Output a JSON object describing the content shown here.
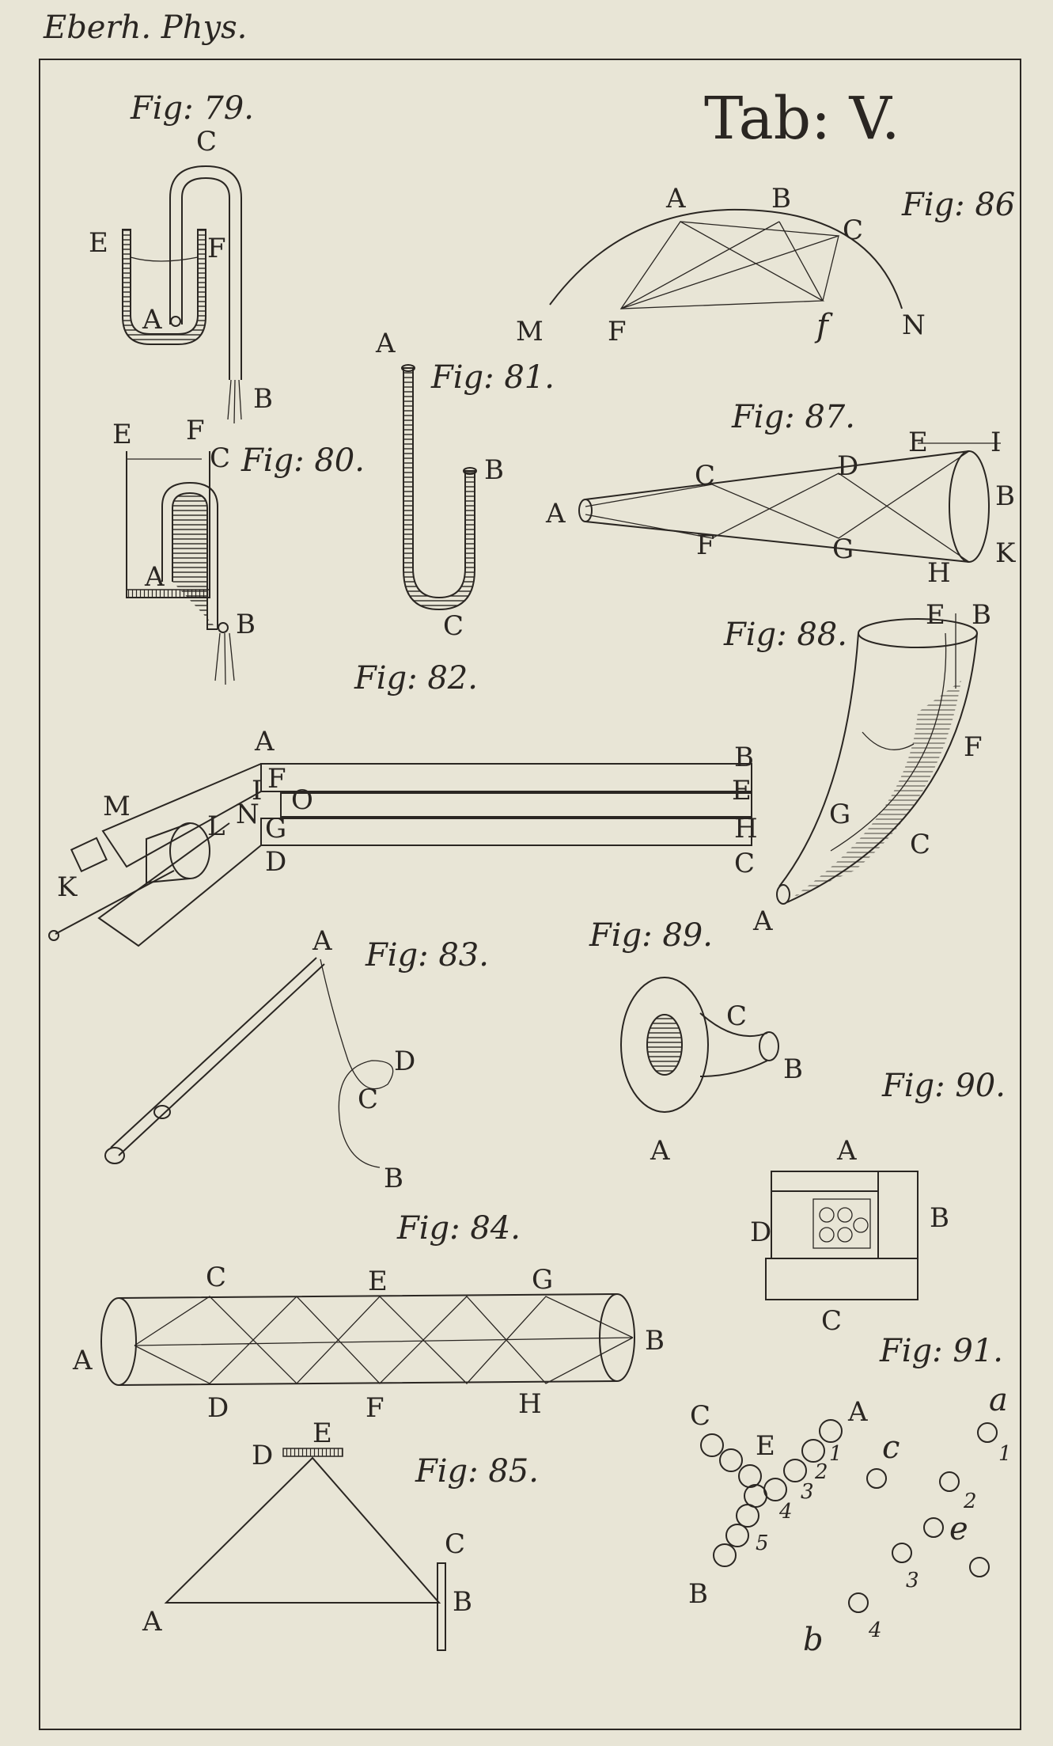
{
  "header": {
    "running_head": "Eberh. Phys.",
    "plate_title": "Tab: V."
  },
  "figures": {
    "f79": {
      "caption": "Fig: 79.",
      "labels": [
        "C",
        "E",
        "F",
        "A",
        "B"
      ]
    },
    "f80": {
      "caption": "Fig: 80.",
      "labels": [
        "E",
        "F",
        "C",
        "A",
        "B"
      ]
    },
    "f81": {
      "caption": "Fig: 81.",
      "labels": [
        "A",
        "B",
        "C"
      ]
    },
    "f82": {
      "caption": "Fig: 82.",
      "labels": [
        "A",
        "F",
        "I",
        "N",
        "G",
        "O",
        "L",
        "M",
        "D",
        "K",
        "B",
        "E",
        "H",
        "C"
      ]
    },
    "f83": {
      "caption": "Fig: 83.",
      "labels": [
        "A",
        "D",
        "C",
        "B"
      ]
    },
    "f84": {
      "caption": "Fig: 84.",
      "labels": [
        "C",
        "E",
        "G",
        "A",
        "B",
        "D",
        "F",
        "H"
      ]
    },
    "f85": {
      "caption": "Fig: 85.",
      "labels": [
        "D",
        "E",
        "C",
        "B",
        "A"
      ]
    },
    "f86": {
      "caption": "Fig: 86",
      "labels": [
        "A",
        "B",
        "C",
        "M",
        "F",
        "f",
        "N"
      ]
    },
    "f87": {
      "caption": "Fig: 87.",
      "labels": [
        "E",
        "I",
        "C",
        "D",
        "B",
        "A",
        "F",
        "G",
        "K",
        "H"
      ]
    },
    "f88": {
      "caption": "Fig: 88.",
      "labels": [
        "E",
        "B",
        "F",
        "G",
        "C",
        "A"
      ]
    },
    "f89": {
      "caption": "Fig: 89.",
      "labels": [
        "C",
        "B",
        "A"
      ]
    },
    "f90": {
      "caption": "Fig: 90.",
      "labels": [
        "A",
        "D",
        "B",
        "C"
      ]
    },
    "f91": {
      "caption": "Fig: 91.",
      "labels": [
        "C",
        "A",
        "E",
        "B",
        "a",
        "c",
        "e",
        "b"
      ],
      "numbers": [
        "1",
        "2",
        "3",
        "4",
        "5",
        "1",
        "2",
        "3",
        "4"
      ]
    }
  }
}
